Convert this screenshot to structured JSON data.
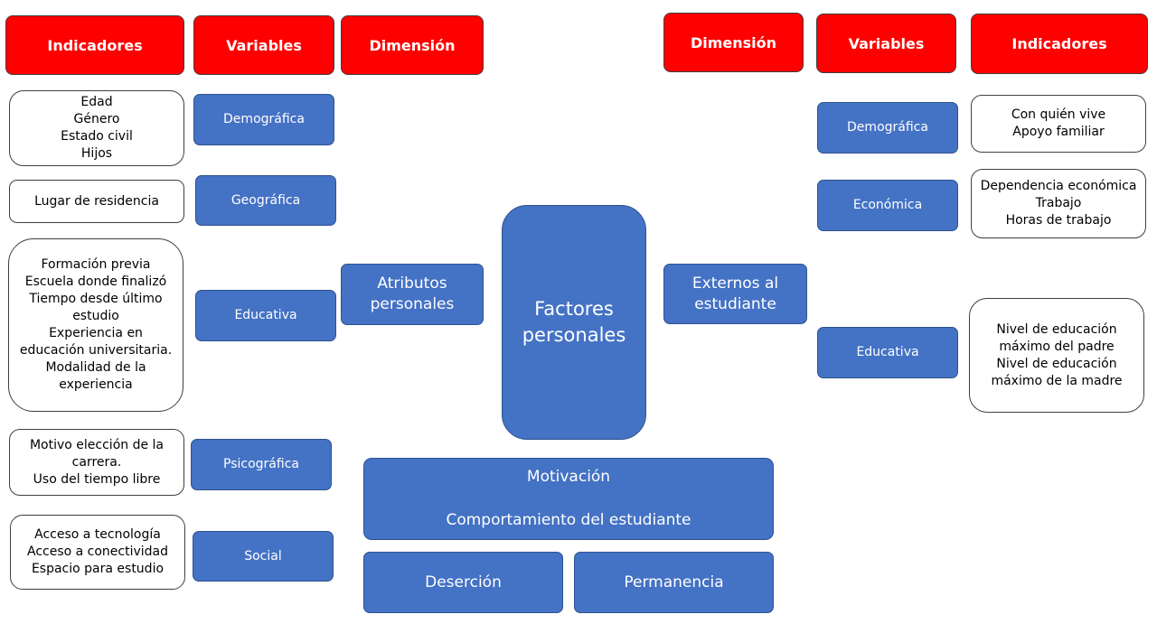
{
  "colors": {
    "header_fill": "#ff0000",
    "node_fill": "#4472c4",
    "node_border": "#2f528f",
    "indicator_fill": "#ffffff",
    "indicator_border": "#3f3f3f"
  },
  "left": {
    "headers": {
      "indicadores": "Indicadores",
      "variables": "Variables",
      "dimension": "Dimensión"
    },
    "dimension": {
      "l1": "Atributos",
      "l2": "personales"
    },
    "variables": {
      "demografica": "Demográfica",
      "geografica": "Geográfica",
      "educativa": "Educativa",
      "psicografica": "Psicográfica",
      "social": "Social"
    },
    "indicators": {
      "demografica": [
        "Edad",
        "Género",
        "Estado civil",
        "Hijos"
      ],
      "geografica": [
        "Lugar de residencia"
      ],
      "educativa": [
        "Formación  previa",
        "Escuela donde finalizó",
        "Tiempo desde último",
        "estudio",
        "Experiencia en",
        "educación universitaria.",
        "Modalidad de la",
        "experiencia"
      ],
      "psicografica": [
        "Motivo  elección de la",
        "carrera.",
        "Uso del tiempo  libre"
      ],
      "social": [
        "Acceso a tecnología",
        "Acceso a conectividad",
        "Espacio para estudio"
      ]
    }
  },
  "right": {
    "headers": {
      "dimension": "Dimensión",
      "variables": "Variables",
      "indicadores": "Indicadores"
    },
    "dimension": {
      "l1": "Externos al",
      "l2": "estudiante"
    },
    "variables": {
      "demografica": "Demográfica",
      "economica": "Económica",
      "educativa": "Educativa"
    },
    "indicators": {
      "demografica": [
        "Con quién vive",
        "Apoyo  familiar"
      ],
      "economica": [
        "Dependencia económica",
        "Trabajo",
        "Horas de trabajo"
      ],
      "educativa": [
        "Nivel de educación",
        "máximo del padre",
        "Nivel de educación",
        "máximo  de la madre"
      ]
    }
  },
  "center": {
    "main": {
      "l1": "Factores",
      "l2": "personales"
    },
    "motivacion": "Motivación",
    "comportamiento": "Comportamiento del estudiante",
    "desercion": "Deserción",
    "permanencia": "Permanencia"
  }
}
